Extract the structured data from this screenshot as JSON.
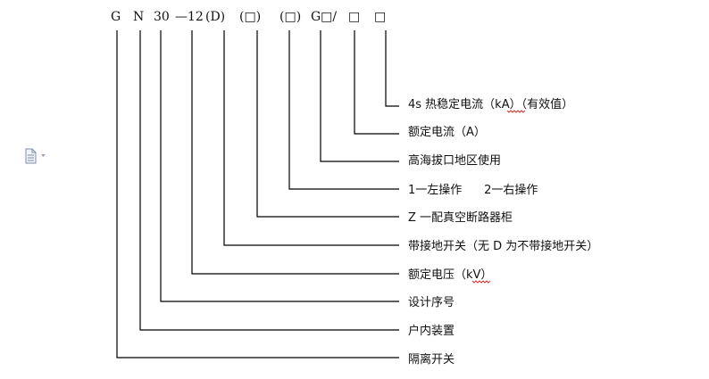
{
  "code_tokens": [
    "G",
    "N",
    "30",
    "—12",
    "(D)",
    "(□)",
    "(□)",
    "G□/",
    "□",
    "□"
  ],
  "labels": [
    "4s 热稳定电流（kA）（有效值）",
    "额定电流（A）",
    "高海拔口地区使用",
    "1一左操作      2一右操作",
    "Z 一配真空断路器柜",
    "带接地开关（无 D 为不带接地开关）",
    "额定电压（kV）",
    "设计序号",
    "户内装置",
    "隔离开关"
  ],
  "icons": {
    "document": "document-icon",
    "dropdown": "caret-down-icon"
  }
}
